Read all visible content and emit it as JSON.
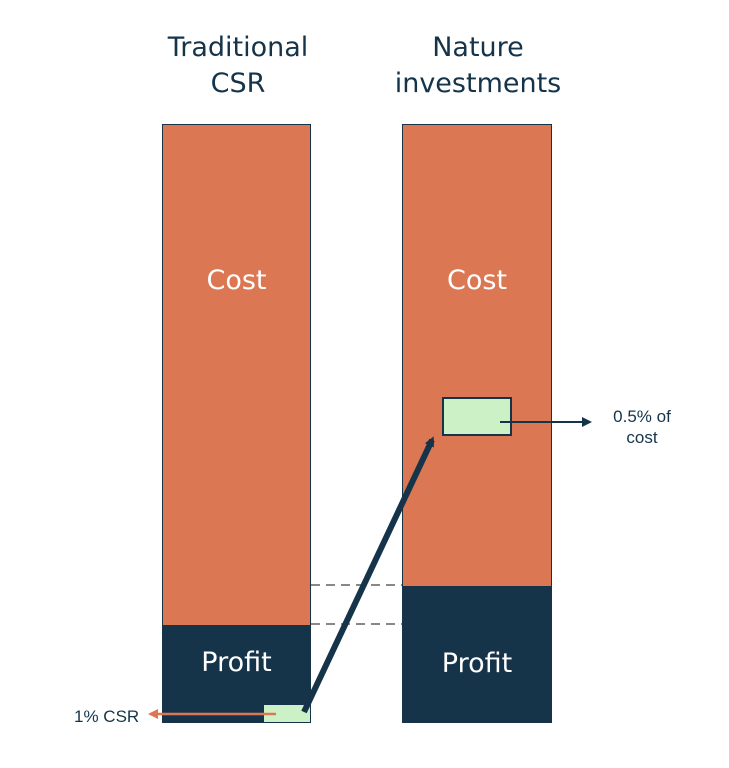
{
  "columns": {
    "left": {
      "title_line1": "Traditional",
      "title_line2": "CSR",
      "cost_label": "Cost",
      "profit_label": "Profit"
    },
    "right": {
      "title_line1": "Nature",
      "title_line2": "investments",
      "cost_label": "Cost",
      "profit_label": "Profit"
    }
  },
  "annotations": {
    "left_note": "1% CSR",
    "right_note_line1": "0.5% of",
    "right_note_line2": "cost"
  },
  "colors": {
    "cost": "#db7753",
    "profit": "#15344a",
    "highlight": "#cdf1c6",
    "text": "#15344a",
    "csr_arrow": "#db7753"
  }
}
